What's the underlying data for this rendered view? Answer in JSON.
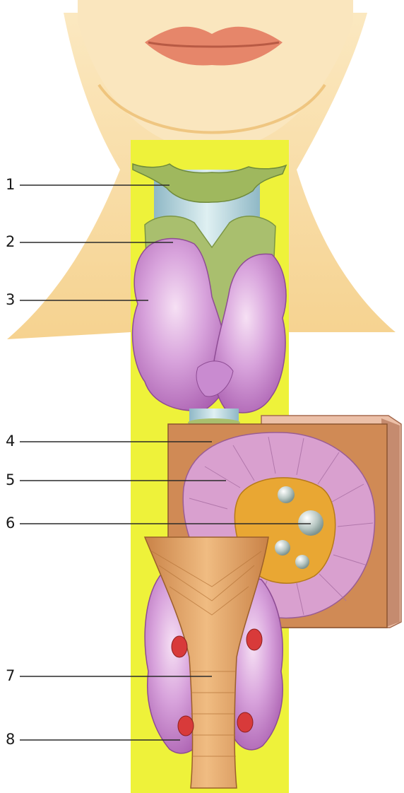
{
  "figure": {
    "labels": [
      "1",
      "2",
      "3",
      "4",
      "5",
      "6",
      "7",
      "8"
    ]
  },
  "colors": {
    "skin": "#f8dca0",
    "yellow_band": "#eef23a",
    "cartilage_green": "#a9bf6e",
    "trachea_blue": "#b9dce4",
    "thyroid_pink": "#c98bd0",
    "follicle_wall": "#d9a0cf",
    "colloid": "#e9a733",
    "tissue_brown": "#d08a55",
    "back_surface": "#ecc0a8",
    "lips": "#e6866a",
    "red_spot": "#d83a3a"
  }
}
